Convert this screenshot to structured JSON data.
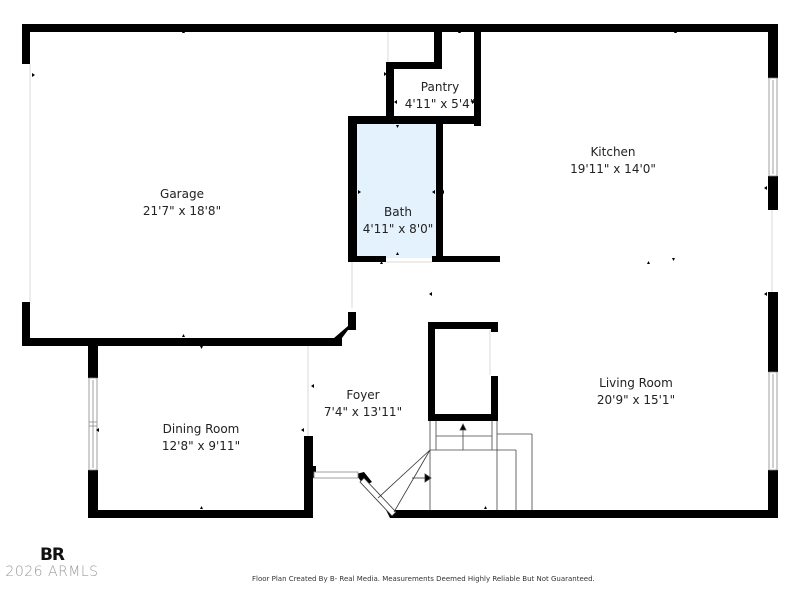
{
  "rooms": [
    {
      "name": "Garage",
      "dims": "21'7\" x 18'8\""
    },
    {
      "name": "Pantry",
      "dims": "4'11\" x 5'4\""
    },
    {
      "name": "Kitchen",
      "dims": "19'11\" x 14'0\""
    },
    {
      "name": "Bath",
      "dims": "4'11\" x 8'0\""
    },
    {
      "name": "Foyer",
      "dims": "7'4\" x 13'11\""
    },
    {
      "name": "Dining Room",
      "dims": "12'8\" x 9'11\""
    },
    {
      "name": "Living Room",
      "dims": "20'9\" x 15'1\""
    }
  ],
  "footer": {
    "logo_mark": "BR",
    "copyright": "2026 ARMLS",
    "disclaimer": "Floor Plan Created By B- Real Media. Measurements Deemed Highly Reliable But Not Guaranteed."
  },
  "colors": {
    "wall": "#000000",
    "bath_fill": "#e3f2fc",
    "background": "#ffffff"
  }
}
